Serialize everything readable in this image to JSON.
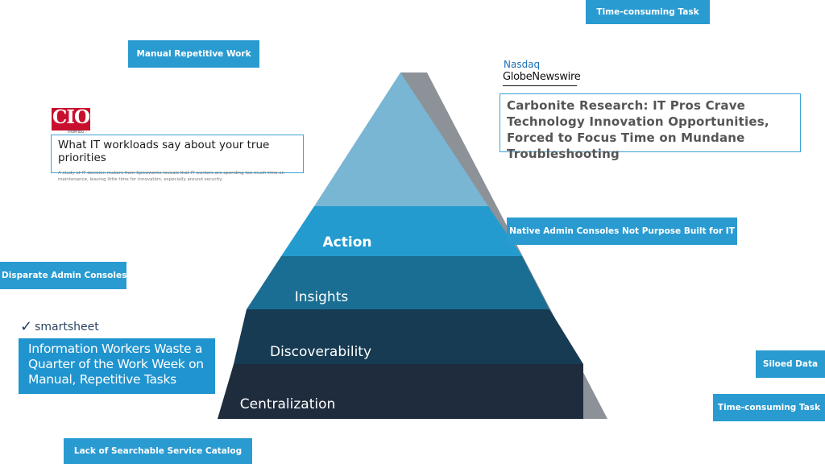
{
  "tags": {
    "time_consuming_top": "Time-consuming Task",
    "manual_repetitive": "Manual Repetitive Work",
    "native_admin": "Native Admin Consoles Not Purpose Built for IT",
    "disparate_admin": "Disparate Admin Consoles",
    "siloed_data": "Siloed Data",
    "time_consuming_bottom": "Time-consuming Task",
    "lack_catalog": "Lack of Searchable Service Catalog"
  },
  "pyramid": {
    "levels": [
      "Action",
      "Insights",
      "Discoverability",
      "Centralization"
    ],
    "colors": {
      "apex": "#79b6d3",
      "action": "#239bcf",
      "insights": "#1b6e93",
      "discoverability": "#163b52",
      "centralization": "#1f2c3d",
      "side": "#8c9297"
    }
  },
  "cio_card": {
    "logo": "CIO",
    "logo_sub": "FROM IDG",
    "title": "What IT workloads say about your true priorities",
    "description": "A study of IT decision makers from Spiceworks reveals that IT workers are spending too much time on maintenance, leaving little time for innovation, especially around security."
  },
  "globenewswire_card": {
    "nasdaq": "Nasdaq",
    "brand": "GlobeNewswire",
    "headline": "Carbonite Research: IT Pros Crave Technology Innovation Opportunities, Forced to Focus Time on Mundane Troubleshooting"
  },
  "smartsheet_card": {
    "brand": "smartsheet",
    "headline": "Information Workers Waste a Quarter of the Work Week on Manual, Repetitive Tasks"
  }
}
